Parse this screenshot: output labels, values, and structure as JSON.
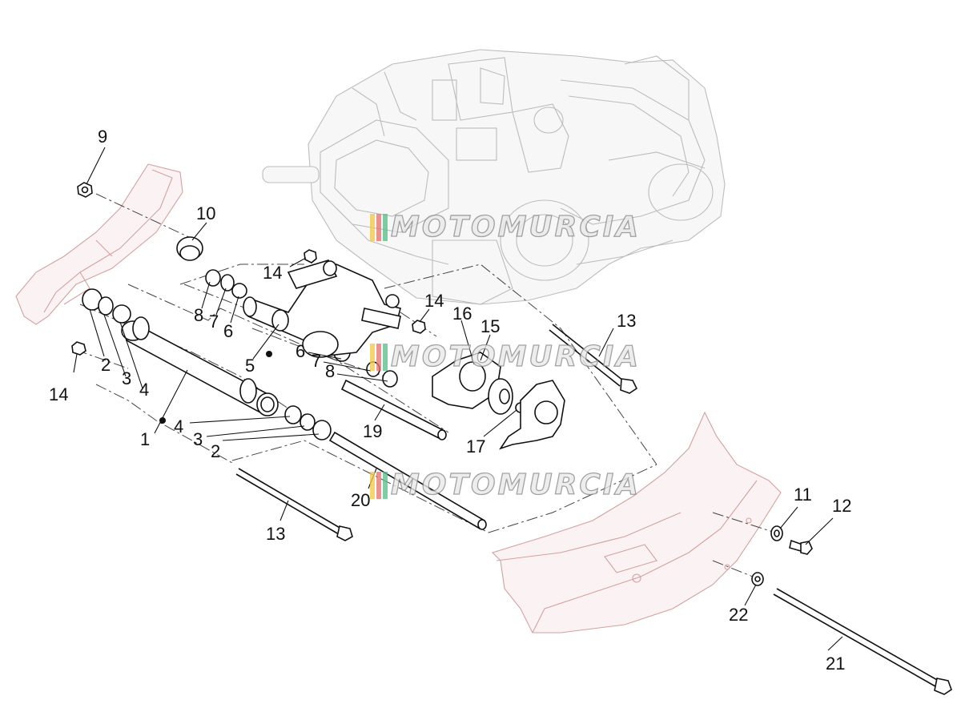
{
  "diagram": {
    "callouts": [
      "9",
      "10",
      "14",
      "8",
      "7",
      "6",
      "5",
      "14",
      "16",
      "15",
      "13",
      "6",
      "7",
      "8",
      "2",
      "3",
      "4",
      "14",
      "1",
      "4",
      "3",
      "2",
      "19",
      "17",
      "20",
      "13",
      "11",
      "12",
      "22",
      "21"
    ],
    "watermark": {
      "text": "MOTOMURCIA",
      "bar_colors": [
        "#f3c84b",
        "#e8746f",
        "#5dbf8a"
      ]
    }
  }
}
